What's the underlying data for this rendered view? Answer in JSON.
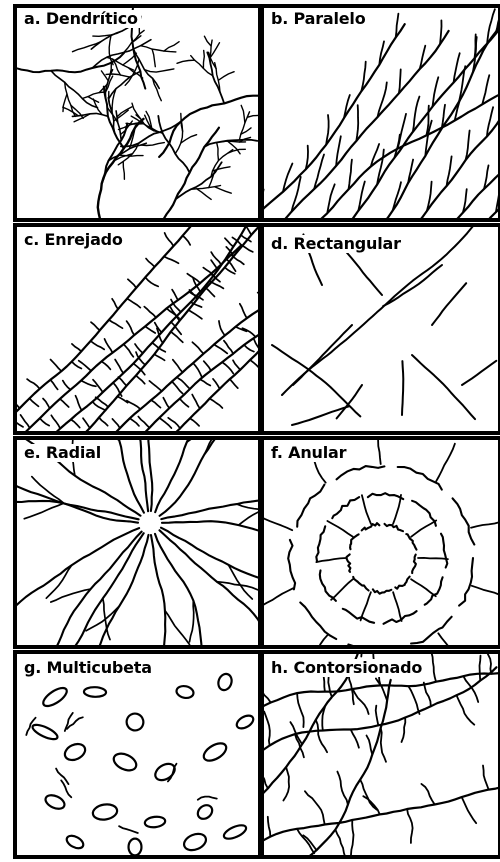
{
  "panels": [
    {
      "id": "a",
      "label": "a. Dendrítico",
      "pattern": "dendritic"
    },
    {
      "id": "b",
      "label": "b. Paralelo",
      "pattern": "parallel"
    },
    {
      "id": "c",
      "label": "c. Enrejado",
      "pattern": "trellis"
    },
    {
      "id": "d",
      "label": "d. Rectangular",
      "pattern": "rectangular"
    },
    {
      "id": "e",
      "label": "e. Radial",
      "pattern": "radial"
    },
    {
      "id": "f",
      "label": "f. Anular",
      "pattern": "annular"
    },
    {
      "id": "g",
      "label": "g. Multicubeta",
      "pattern": "multibasin"
    },
    {
      "id": "h",
      "label": "h. Contorsionado",
      "pattern": "contorted"
    }
  ],
  "colors": {
    "stroke": "#000000",
    "background": "#ffffff"
  }
}
